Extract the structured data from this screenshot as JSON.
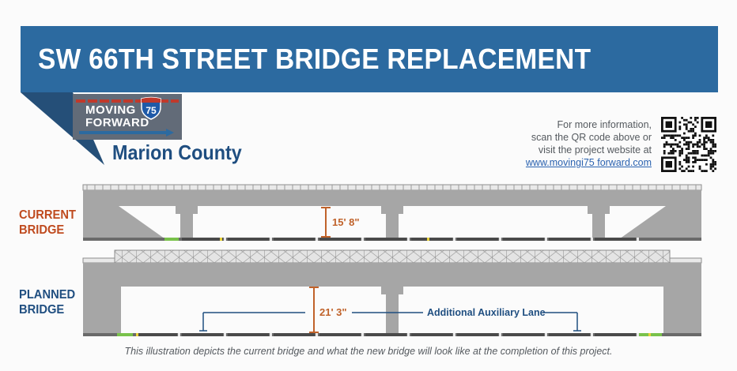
{
  "header": {
    "title": "SW 66TH STREET BRIDGE REPLACEMENT",
    "banner_color": "#2c6aa0"
  },
  "logo": {
    "line1": "MOVING",
    "line2": "FORWARD",
    "shield_number": "75",
    "shield_icon": "interstate-shield-icon"
  },
  "county": "Marion County",
  "info": {
    "line1": "For more information,",
    "line2": "scan the QR code above or",
    "line3": "visit the project website at",
    "link": "www.movingi75 forward.com"
  },
  "current_bridge": {
    "label_line1": "CURRENT",
    "label_line2": "BRIDGE",
    "clearance": "15' 8\""
  },
  "planned_bridge": {
    "label_line1": "PLANNED",
    "label_line2": "BRIDGE",
    "clearance": "21' 3\"",
    "annotation": "Additional Auxiliary Lane"
  },
  "caption": "This illustration depicts the current bridge and what the new bridge will look like at the completion of this project.",
  "colors": {
    "structure": "#a6a6a6",
    "structure_dark": "#8d8d8d",
    "road": "#555555",
    "grass": "#79c24b",
    "dimension": "#c0622a",
    "annotation": "#1f4e80"
  }
}
